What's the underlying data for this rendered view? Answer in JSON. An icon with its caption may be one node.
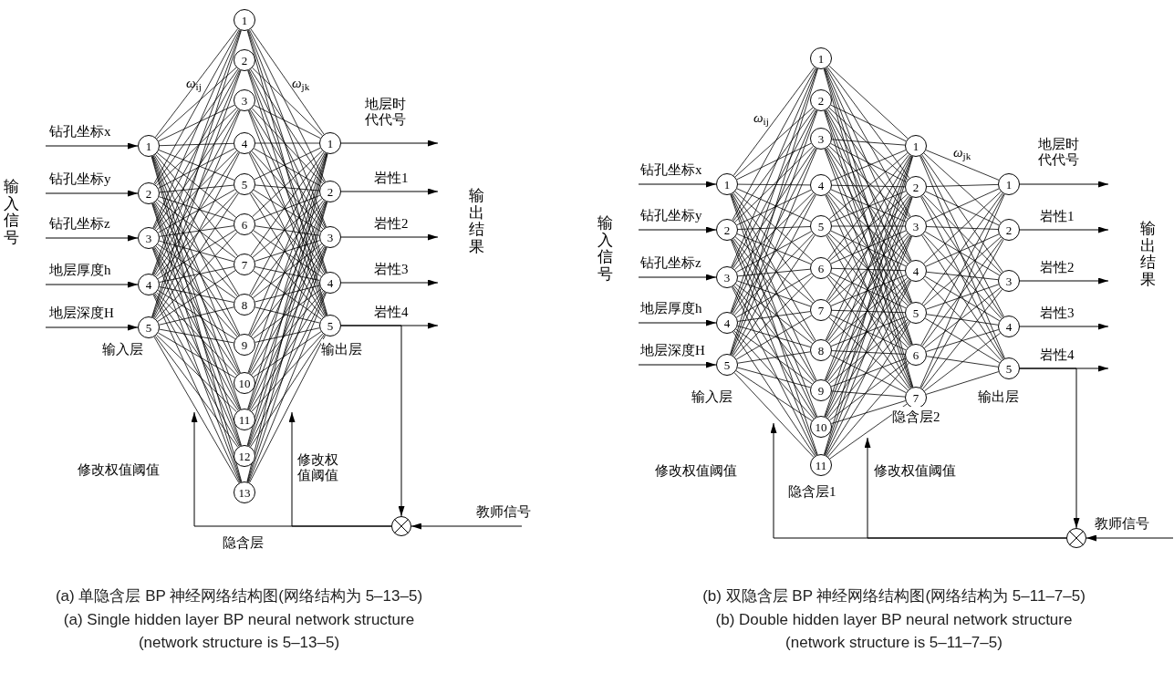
{
  "diagram": {
    "nodes": [
      {
        "text": [
          "1"
        ]
      },
      {
        "text": [
          "2"
        ]
      },
      {
        "text": [
          "3"
        ]
      },
      {
        "text": [
          "4"
        ]
      },
      {
        "text": [
          "5"
        ]
      },
      {
        "text": [
          "1"
        ]
      },
      {
        "text": [
          "2"
        ]
      },
      {
        "text": [
          "3"
        ]
      },
      {
        "text": [
          "4"
        ]
      },
      {
        "text": [
          "5"
        ]
      },
      {
        "text": [
          "6"
        ]
      },
      {
        "text": [
          "7"
        ]
      },
      {
        "text": [
          "8"
        ]
      },
      {
        "text": [
          "9"
        ]
      },
      {
        "text": [
          "10"
        ]
      },
      {
        "text": [
          "11"
        ]
      },
      {
        "text": [
          "12"
        ]
      },
      {
        "text": [
          "13"
        ]
      },
      {
        "text": [
          "1"
        ]
      },
      {
        "text": [
          "2"
        ]
      },
      {
        "text": [
          "3"
        ]
      },
      {
        "text": [
          "4"
        ]
      },
      {
        "text": [
          "5"
        ]
      },
      {
        "text": [],
        "shape": "circle"
      },
      {
        "text": [
          "1"
        ]
      },
      {
        "text": [
          "2"
        ]
      },
      {
        "text": [
          "3"
        ]
      },
      {
        "text": [
          "4"
        ]
      },
      {
        "text": [
          "5"
        ]
      },
      {
        "text": [
          "1"
        ]
      },
      {
        "text": [
          "2"
        ]
      },
      {
        "text": [
          "3"
        ]
      },
      {
        "text": [
          "4"
        ]
      },
      {
        "text": [
          "5"
        ]
      },
      {
        "text": [
          "6"
        ]
      },
      {
        "text": [
          "7"
        ]
      },
      {
        "text": [
          "8"
        ]
      },
      {
        "text": [
          "9"
        ]
      },
      {
        "text": [
          "10"
        ]
      },
      {
        "text": [
          "11"
        ]
      },
      {
        "text": [
          "1"
        ]
      },
      {
        "text": [
          "2"
        ]
      },
      {
        "text": [
          "3"
        ]
      },
      {
        "text": [
          "4"
        ]
      },
      {
        "text": [
          "5"
        ]
      },
      {
        "text": [
          "6"
        ]
      },
      {
        "text": [
          "7"
        ]
      },
      {
        "text": [
          "1"
        ]
      },
      {
        "text": [
          "2"
        ]
      },
      {
        "text": [
          "3"
        ]
      },
      {
        "text": [
          "4"
        ]
      },
      {
        "text": [
          "5"
        ]
      },
      {
        "text": [],
        "shape": "circle"
      }
    ],
    "edges": [
      {
        "from": null,
        "to": 0,
        "arrow": "to",
        "label": "钻孔坐标x"
      },
      {
        "from": null,
        "to": 1,
        "arrow": "to",
        "label": "钻孔坐标y"
      },
      {
        "from": null,
        "to": 2,
        "arrow": "to",
        "label": "钻孔坐标z"
      },
      {
        "from": null,
        "to": 3,
        "arrow": "to",
        "label": "地层厚度h"
      },
      {
        "from": null,
        "to": 4,
        "arrow": "to",
        "label": "地层深度H"
      },
      {
        "from": 18,
        "to": null,
        "arrow": "to",
        "label": "地层时代代号"
      },
      {
        "from": 19,
        "to": null,
        "arrow": "to",
        "label": "岩性1"
      },
      {
        "from": 20,
        "to": null,
        "arrow": "to",
        "label": "岩性2"
      },
      {
        "from": 21,
        "to": null,
        "arrow": "to",
        "label": "岩性3"
      },
      {
        "from": 22,
        "to": null,
        "arrow": "to",
        "label": "岩性4"
      },
      {
        "from": 22,
        "to": 23,
        "arrow": "to"
      },
      {
        "from": null,
        "to": 23,
        "arrow": "to",
        "label": "教师信号"
      },
      {
        "from": 23,
        "to": null,
        "arrow": "to",
        "label": "修改权值阈值"
      },
      {
        "from": 23,
        "to": null,
        "arrow": "to",
        "label": "修改权值阈值"
      },
      {
        "from": null,
        "to": 24,
        "arrow": "to",
        "label": "钻孔坐标x"
      },
      {
        "from": null,
        "to": 25,
        "arrow": "to",
        "label": "钻孔坐标y"
      },
      {
        "from": null,
        "to": 26,
        "arrow": "to",
        "label": "钻孔坐标z"
      },
      {
        "from": null,
        "to": 27,
        "arrow": "to",
        "label": "地层厚度h"
      },
      {
        "from": null,
        "to": 28,
        "arrow": "to",
        "label": "地层深度H"
      },
      {
        "from": 47,
        "to": null,
        "arrow": "to",
        "label": "地层时代代号"
      },
      {
        "from": 48,
        "to": null,
        "arrow": "to",
        "label": "岩性1"
      },
      {
        "from": 49,
        "to": null,
        "arrow": "to",
        "label": "岩性2"
      },
      {
        "from": 50,
        "to": null,
        "arrow": "to",
        "label": "岩性3"
      },
      {
        "from": 51,
        "to": null,
        "arrow": "to",
        "label": "岩性4"
      },
      {
        "from": 51,
        "to": 52,
        "arrow": "to"
      },
      {
        "from": null,
        "to": 52,
        "arrow": "to",
        "label": "教师信号"
      },
      {
        "from": 52,
        "to": null,
        "arrow": "to",
        "label": "修改权值阈值"
      },
      {
        "from": 52,
        "to": null,
        "arrow": "to",
        "label": "修改权值阈值"
      },
      {
        "from": 0,
        "to": 5,
        "arrow": "none"
      },
      {
        "from": 0,
        "to": 6,
        "arrow": "none"
      },
      {
        "from": 0,
        "to": 7,
        "arrow": "none"
      },
      {
        "from": 0,
        "to": 8,
        "arrow": "none"
      },
      {
        "from": 0,
        "to": 9,
        "arrow": "none"
      },
      {
        "from": 0,
        "to": 10,
        "arrow": "none"
      },
      {
        "from": 0,
        "to": 11,
        "arrow": "none"
      },
      {
        "from": 0,
        "to": 12,
        "arrow": "none"
      },
      {
        "from": 0,
        "to": 13,
        "arrow": "none"
      },
      {
        "from": 0,
        "to": 14,
        "arrow": "none"
      },
      {
        "from": 0,
        "to": 15,
        "arrow": "none"
      },
      {
        "from": 0,
        "to": 16,
        "arrow": "none"
      },
      {
        "from": 0,
        "to": 17,
        "arrow": "none"
      },
      {
        "from": 1,
        "to": 5,
        "arrow": "none"
      },
      {
        "from": 1,
        "to": 6,
        "arrow": "none"
      },
      {
        "from": 1,
        "to": 7,
        "arrow": "none"
      },
      {
        "from": 1,
        "to": 8,
        "arrow": "none"
      },
      {
        "from": 1,
        "to": 9,
        "arrow": "none"
      },
      {
        "from": 1,
        "to": 10,
        "arrow": "none"
      },
      {
        "from": 1,
        "to": 11,
        "arrow": "none"
      },
      {
        "from": 1,
        "to": 12,
        "arrow": "none"
      },
      {
        "from": 1,
        "to": 13,
        "arrow": "none"
      },
      {
        "from": 1,
        "to": 14,
        "arrow": "none"
      },
      {
        "from": 1,
        "to": 15,
        "arrow": "none"
      },
      {
        "from": 1,
        "to": 16,
        "arrow": "none"
      },
      {
        "from": 1,
        "to": 17,
        "arrow": "none"
      },
      {
        "from": 2,
        "to": 5,
        "arrow": "none"
      },
      {
        "from": 2,
        "to": 6,
        "arrow": "none"
      },
      {
        "from": 2,
        "to": 7,
        "arrow": "none"
      },
      {
        "from": 2,
        "to": 8,
        "arrow": "none"
      },
      {
        "from": 2,
        "to": 9,
        "arrow": "none"
      },
      {
        "from": 2,
        "to": 10,
        "arrow": "none"
      },
      {
        "from": 2,
        "to": 11,
        "arrow": "none"
      },
      {
        "from": 2,
        "to": 12,
        "arrow": "none"
      },
      {
        "from": 2,
        "to": 13,
        "arrow": "none"
      },
      {
        "from": 2,
        "to": 14,
        "arrow": "none"
      },
      {
        "from": 2,
        "to": 15,
        "arrow": "none"
      },
      {
        "from": 2,
        "to": 16,
        "arrow": "none"
      },
      {
        "from": 2,
        "to": 17,
        "arrow": "none"
      },
      {
        "from": 3,
        "to": 5,
        "arrow": "none"
      },
      {
        "from": 3,
        "to": 6,
        "arrow": "none"
      },
      {
        "from": 3,
        "to": 7,
        "arrow": "none"
      },
      {
        "from": 3,
        "to": 8,
        "arrow": "none"
      },
      {
        "from": 3,
        "to": 9,
        "arrow": "none"
      },
      {
        "from": 3,
        "to": 10,
        "arrow": "none"
      },
      {
        "from": 3,
        "to": 11,
        "arrow": "none"
      },
      {
        "from": 3,
        "to": 12,
        "arrow": "none"
      },
      {
        "from": 3,
        "to": 13,
        "arrow": "none"
      },
      {
        "from": 3,
        "to": 14,
        "arrow": "none"
      },
      {
        "from": 3,
        "to": 15,
        "arrow": "none"
      },
      {
        "from": 3,
        "to": 16,
        "arrow": "none"
      },
      {
        "from": 3,
        "to": 17,
        "arrow": "none"
      },
      {
        "from": 4,
        "to": 5,
        "arrow": "none"
      },
      {
        "from": 4,
        "to": 6,
        "arrow": "none"
      },
      {
        "from": 4,
        "to": 7,
        "arrow": "none"
      },
      {
        "from": 4,
        "to": 8,
        "arrow": "none"
      },
      {
        "from": 4,
        "to": 9,
        "arrow": "none"
      },
      {
        "from": 4,
        "to": 10,
        "arrow": "none"
      },
      {
        "from": 4,
        "to": 11,
        "arrow": "none"
      },
      {
        "from": 4,
        "to": 12,
        "arrow": "none"
      },
      {
        "from": 4,
        "to": 13,
        "arrow": "none"
      },
      {
        "from": 4,
        "to": 14,
        "arrow": "none"
      },
      {
        "from": 4,
        "to": 15,
        "arrow": "none"
      },
      {
        "from": 4,
        "to": 16,
        "arrow": "none"
      },
      {
        "from": 4,
        "to": 17,
        "arrow": "none"
      },
      {
        "from": 5,
        "to": 18,
        "arrow": "none"
      },
      {
        "from": 5,
        "to": 19,
        "arrow": "none"
      },
      {
        "from": 5,
        "to": 20,
        "arrow": "none"
      },
      {
        "from": 5,
        "to": 21,
        "arrow": "none"
      },
      {
        "from": 5,
        "to": 22,
        "arrow": "none"
      },
      {
        "from": 6,
        "to": 18,
        "arrow": "none"
      },
      {
        "from": 6,
        "to": 19,
        "arrow": "none"
      },
      {
        "from": 6,
        "to": 20,
        "arrow": "none"
      },
      {
        "from": 6,
        "to": 21,
        "arrow": "none"
      },
      {
        "from": 6,
        "to": 22,
        "arrow": "none"
      },
      {
        "from": 7,
        "to": 18,
        "arrow": "none"
      },
      {
        "from": 7,
        "to": 19,
        "arrow": "none"
      },
      {
        "from": 7,
        "to": 20,
        "arrow": "none"
      },
      {
        "from": 7,
        "to": 21,
        "arrow": "none"
      },
      {
        "from": 7,
        "to": 22,
        "arrow": "none"
      },
      {
        "from": 8,
        "to": 18,
        "arrow": "none"
      },
      {
        "from": 8,
        "to": 19,
        "arrow": "none"
      },
      {
        "from": 8,
        "to": 20,
        "arrow": "none"
      },
      {
        "from": 8,
        "to": 21,
        "arrow": "none"
      },
      {
        "from": 8,
        "to": 22,
        "arrow": "none"
      },
      {
        "from": 9,
        "to": 18,
        "arrow": "none"
      },
      {
        "from": 9,
        "to": 19,
        "arrow": "none"
      },
      {
        "from": 9,
        "to": 20,
        "arrow": "none"
      },
      {
        "from": 9,
        "to": 21,
        "arrow": "none"
      },
      {
        "from": 9,
        "to": 22,
        "arrow": "none"
      },
      {
        "from": 10,
        "to": 18,
        "arrow": "none"
      },
      {
        "from": 10,
        "to": 19,
        "arrow": "none"
      },
      {
        "from": 10,
        "to": 20,
        "arrow": "none"
      },
      {
        "from": 10,
        "to": 21,
        "arrow": "none"
      },
      {
        "from": 10,
        "to": 22,
        "arrow": "none"
      },
      {
        "from": 11,
        "to": 18,
        "arrow": "none"
      },
      {
        "from": 11,
        "to": 19,
        "arrow": "none"
      },
      {
        "from": 11,
        "to": 20,
        "arrow": "none"
      },
      {
        "from": 11,
        "to": 21,
        "arrow": "none"
      },
      {
        "from": 11,
        "to": 22,
        "arrow": "none"
      },
      {
        "from": 12,
        "to": 18,
        "arrow": "none"
      },
      {
        "from": 12,
        "to": 19,
        "arrow": "none"
      },
      {
        "from": 12,
        "to": 20,
        "arrow": "none"
      },
      {
        "from": 12,
        "to": 21,
        "arrow": "none"
      },
      {
        "from": 12,
        "to": 22,
        "arrow": "none"
      },
      {
        "from": 13,
        "to": 18,
        "arrow": "none"
      },
      {
        "from": 13,
        "to": 19,
        "arrow": "none"
      },
      {
        "from": 13,
        "to": 20,
        "arrow": "none"
      },
      {
        "from": 13,
        "to": 21,
        "arrow": "none"
      },
      {
        "from": 13,
        "to": 22,
        "arrow": "none"
      },
      {
        "from": 14,
        "to": 18,
        "arrow": "none"
      },
      {
        "from": 14,
        "to": 19,
        "arrow": "none"
      },
      {
        "from": 14,
        "to": 20,
        "arrow": "none"
      },
      {
        "from": 14,
        "to": 21,
        "arrow": "none"
      },
      {
        "from": 14,
        "to": 22,
        "arrow": "none"
      },
      {
        "from": 15,
        "to": 18,
        "arrow": "none"
      },
      {
        "from": 15,
        "to": 19,
        "arrow": "none"
      },
      {
        "from": 15,
        "to": 20,
        "arrow": "none"
      },
      {
        "from": 15,
        "to": 21,
        "arrow": "none"
      },
      {
        "from": 15,
        "to": 22,
        "arrow": "none"
      },
      {
        "from": 16,
        "to": 18,
        "arrow": "none"
      },
      {
        "from": 16,
        "to": 19,
        "arrow": "none"
      },
      {
        "from": 16,
        "to": 20,
        "arrow": "none"
      },
      {
        "from": 16,
        "to": 21,
        "arrow": "none"
      },
      {
        "from": 16,
        "to": 22,
        "arrow": "none"
      },
      {
        "from": 17,
        "to": 18,
        "arrow": "none"
      },
      {
        "from": 17,
        "to": 19,
        "arrow": "none"
      },
      {
        "from": 17,
        "to": 20,
        "arrow": "none"
      },
      {
        "from": 17,
        "to": 21,
        "arrow": "none"
      },
      {
        "from": 17,
        "to": 22,
        "arrow": "none"
      },
      {
        "from": 24,
        "to": 29,
        "arrow": "none"
      },
      {
        "from": 24,
        "to": 30,
        "arrow": "none"
      },
      {
        "from": 24,
        "to": 31,
        "arrow": "none"
      },
      {
        "from": 24,
        "to": 32,
        "arrow": "none"
      },
      {
        "from": 24,
        "to": 33,
        "arrow": "none"
      },
      {
        "from": 24,
        "to": 34,
        "arrow": "none"
      },
      {
        "from": 24,
        "to": 35,
        "arrow": "none"
      },
      {
        "from": 24,
        "to": 36,
        "arrow": "none"
      },
      {
        "from": 24,
        "to": 37,
        "arrow": "none"
      },
      {
        "from": 24,
        "to": 38,
        "arrow": "none"
      },
      {
        "from": 24,
        "to": 39,
        "arrow": "none"
      },
      {
        "from": 25,
        "to": 29,
        "arrow": "none"
      },
      {
        "from": 25,
        "to": 30,
        "arrow": "none"
      },
      {
        "from": 25,
        "to": 31,
        "arrow": "none"
      },
      {
        "from": 25,
        "to": 32,
        "arrow": "none"
      },
      {
        "from": 25,
        "to": 33,
        "arrow": "none"
      },
      {
        "from": 25,
        "to": 34,
        "arrow": "none"
      },
      {
        "from": 25,
        "to": 35,
        "arrow": "none"
      },
      {
        "from": 25,
        "to": 36,
        "arrow": "none"
      },
      {
        "from": 25,
        "to": 37,
        "arrow": "none"
      },
      {
        "from": 25,
        "to": 38,
        "arrow": "none"
      },
      {
        "from": 25,
        "to": 39,
        "arrow": "none"
      },
      {
        "from": 26,
        "to": 29,
        "arrow": "none"
      },
      {
        "from": 26,
        "to": 30,
        "arrow": "none"
      },
      {
        "from": 26,
        "to": 31,
        "arrow": "none"
      },
      {
        "from": 26,
        "to": 32,
        "arrow": "none"
      },
      {
        "from": 26,
        "to": 33,
        "arrow": "none"
      },
      {
        "from": 26,
        "to": 34,
        "arrow": "none"
      },
      {
        "from": 26,
        "to": 35,
        "arrow": "none"
      },
      {
        "from": 26,
        "to": 36,
        "arrow": "none"
      },
      {
        "from": 26,
        "to": 37,
        "arrow": "none"
      },
      {
        "from": 26,
        "to": 38,
        "arrow": "none"
      },
      {
        "from": 26,
        "to": 39,
        "arrow": "none"
      },
      {
        "from": 27,
        "to": 29,
        "arrow": "none"
      },
      {
        "from": 27,
        "to": 30,
        "arrow": "none"
      },
      {
        "from": 27,
        "to": 31,
        "arrow": "none"
      },
      {
        "from": 27,
        "to": 32,
        "arrow": "none"
      },
      {
        "from": 27,
        "to": 33,
        "arrow": "none"
      },
      {
        "from": 27,
        "to": 34,
        "arrow": "none"
      },
      {
        "from": 27,
        "to": 35,
        "arrow": "none"
      },
      {
        "from": 27,
        "to": 36,
        "arrow": "none"
      },
      {
        "from": 27,
        "to": 37,
        "arrow": "none"
      },
      {
        "from": 27,
        "to": 38,
        "arrow": "none"
      },
      {
        "from": 27,
        "to": 39,
        "arrow": "none"
      },
      {
        "from": 28,
        "to": 29,
        "arrow": "none"
      },
      {
        "from": 28,
        "to": 30,
        "arrow": "none"
      },
      {
        "from": 28,
        "to": 31,
        "arrow": "none"
      },
      {
        "from": 28,
        "to": 32,
        "arrow": "none"
      },
      {
        "from": 28,
        "to": 33,
        "arrow": "none"
      },
      {
        "from": 28,
        "to": 34,
        "arrow": "none"
      },
      {
        "from": 28,
        "to": 35,
        "arrow": "none"
      },
      {
        "from": 28,
        "to": 36,
        "arrow": "none"
      },
      {
        "from": 28,
        "to": 37,
        "arrow": "none"
      },
      {
        "from": 28,
        "to": 38,
        "arrow": "none"
      },
      {
        "from": 28,
        "to": 39,
        "arrow": "none"
      },
      {
        "from": 29,
        "to": 40,
        "arrow": "none"
      },
      {
        "from": 29,
        "to": 41,
        "arrow": "none"
      },
      {
        "from": 29,
        "to": 42,
        "arrow": "none"
      },
      {
        "from": 29,
        "to": 43,
        "arrow": "none"
      },
      {
        "from": 29,
        "to": 44,
        "arrow": "none"
      },
      {
        "from": 29,
        "to": 45,
        "arrow": "none"
      },
      {
        "from": 29,
        "to": 46,
        "arrow": "none"
      },
      {
        "from": 30,
        "to": 40,
        "arrow": "none"
      },
      {
        "from": 30,
        "to": 41,
        "arrow": "none"
      },
      {
        "from": 30,
        "to": 42,
        "arrow": "none"
      },
      {
        "from": 30,
        "to": 43,
        "arrow": "none"
      },
      {
        "from": 30,
        "to": 44,
        "arrow": "none"
      },
      {
        "from": 30,
        "to": 45,
        "arrow": "none"
      },
      {
        "from": 30,
        "to": 46,
        "arrow": "none"
      },
      {
        "from": 31,
        "to": 40,
        "arrow": "none"
      },
      {
        "from": 31,
        "to": 41,
        "arrow": "none"
      },
      {
        "from": 31,
        "to": 42,
        "arrow": "none"
      },
      {
        "from": 31,
        "to": 43,
        "arrow": "none"
      },
      {
        "from": 31,
        "to": 44,
        "arrow": "none"
      },
      {
        "from": 31,
        "to": 45,
        "arrow": "none"
      },
      {
        "from": 31,
        "to": 46,
        "arrow": "none"
      },
      {
        "from": 32,
        "to": 40,
        "arrow": "none"
      },
      {
        "from": 32,
        "to": 41,
        "arrow": "none"
      },
      {
        "from": 32,
        "to": 42,
        "arrow": "none"
      },
      {
        "from": 32,
        "to": 43,
        "arrow": "none"
      },
      {
        "from": 32,
        "to": 44,
        "arrow": "none"
      },
      {
        "from": 32,
        "to": 45,
        "arrow": "none"
      },
      {
        "from": 32,
        "to": 46,
        "arrow": "none"
      },
      {
        "from": 33,
        "to": 40,
        "arrow": "none"
      },
      {
        "from": 33,
        "to": 41,
        "arrow": "none"
      },
      {
        "from": 33,
        "to": 42,
        "arrow": "none"
      },
      {
        "from": 33,
        "to": 43,
        "arrow": "none"
      },
      {
        "from": 33,
        "to": 44,
        "arrow": "none"
      },
      {
        "from": 33,
        "to": 45,
        "arrow": "none"
      },
      {
        "from": 33,
        "to": 46,
        "arrow": "none"
      },
      {
        "from": 34,
        "to": 40,
        "arrow": "none"
      },
      {
        "from": 34,
        "to": 41,
        "arrow": "none"
      },
      {
        "from": 34,
        "to": 42,
        "arrow": "none"
      },
      {
        "from": 34,
        "to": 43,
        "arrow": "none"
      },
      {
        "from": 34,
        "to": 44,
        "arrow": "none"
      },
      {
        "from": 34,
        "to": 45,
        "arrow": "none"
      },
      {
        "from": 34,
        "to": 46,
        "arrow": "none"
      },
      {
        "from": 35,
        "to": 40,
        "arrow": "none"
      },
      {
        "from": 35,
        "to": 41,
        "arrow": "none"
      },
      {
        "from": 35,
        "to": 42,
        "arrow": "none"
      },
      {
        "from": 35,
        "to": 43,
        "arrow": "none"
      },
      {
        "from": 35,
        "to": 44,
        "arrow": "none"
      },
      {
        "from": 35,
        "to": 45,
        "arrow": "none"
      },
      {
        "from": 35,
        "to": 46,
        "arrow": "none"
      },
      {
        "from": 36,
        "to": 40,
        "arrow": "none"
      },
      {
        "from": 36,
        "to": 41,
        "arrow": "none"
      },
      {
        "from": 36,
        "to": 42,
        "arrow": "none"
      },
      {
        "from": 36,
        "to": 43,
        "arrow": "none"
      },
      {
        "from": 36,
        "to": 44,
        "arrow": "none"
      },
      {
        "from": 36,
        "to": 45,
        "arrow": "none"
      },
      {
        "from": 36,
        "to": 46,
        "arrow": "none"
      },
      {
        "from": 37,
        "to": 40,
        "arrow": "none"
      },
      {
        "from": 37,
        "to": 41,
        "arrow": "none"
      },
      {
        "from": 37,
        "to": 42,
        "arrow": "none"
      },
      {
        "from": 37,
        "to": 43,
        "arrow": "none"
      },
      {
        "from": 37,
        "to": 44,
        "arrow": "none"
      },
      {
        "from": 37,
        "to": 45,
        "arrow": "none"
      },
      {
        "from": 37,
        "to": 46,
        "arrow": "none"
      },
      {
        "from": 38,
        "to": 40,
        "arrow": "none"
      },
      {
        "from": 38,
        "to": 41,
        "arrow": "none"
      },
      {
        "from": 38,
        "to": 42,
        "arrow": "none"
      },
      {
        "from": 38,
        "to": 43,
        "arrow": "none"
      },
      {
        "from": 38,
        "to": 44,
        "arrow": "none"
      },
      {
        "from": 38,
        "to": 45,
        "arrow": "none"
      },
      {
        "from": 38,
        "to": 46,
        "arrow": "none"
      },
      {
        "from": 39,
        "to": 40,
        "arrow": "none"
      },
      {
        "from": 39,
        "to": 41,
        "arrow": "none"
      },
      {
        "from": 39,
        "to": 42,
        "arrow": "none"
      },
      {
        "from": 39,
        "to": 43,
        "arrow": "none"
      },
      {
        "from": 39,
        "to": 44,
        "arrow": "none"
      },
      {
        "from": 39,
        "to": 45,
        "arrow": "none"
      },
      {
        "from": 39,
        "to": 46,
        "arrow": "none"
      },
      {
        "from": 40,
        "to": 47,
        "arrow": "none"
      },
      {
        "from": 40,
        "to": 48,
        "arrow": "none"
      },
      {
        "from": 40,
        "to": 49,
        "arrow": "none"
      },
      {
        "from": 40,
        "to": 50,
        "arrow": "none"
      },
      {
        "from": 40,
        "to": 51,
        "arrow": "none"
      },
      {
        "from": 41,
        "to": 47,
        "arrow": "none"
      },
      {
        "from": 41,
        "to": 48,
        "arrow": "none"
      },
      {
        "from": 41,
        "to": 49,
        "arrow": "none"
      },
      {
        "from": 41,
        "to": 50,
        "arrow": "none"
      },
      {
        "from": 41,
        "to": 51,
        "arrow": "none"
      },
      {
        "from": 42,
        "to": 47,
        "arrow": "none"
      },
      {
        "from": 42,
        "to": 48,
        "arrow": "none"
      },
      {
        "from": 42,
        "to": 49,
        "arrow": "none"
      },
      {
        "from": 42,
        "to": 50,
        "arrow": "none"
      },
      {
        "from": 42,
        "to": 51,
        "arrow": "none"
      },
      {
        "from": 43,
        "to": 47,
        "arrow": "none"
      },
      {
        "from": 43,
        "to": 48,
        "arrow": "none"
      },
      {
        "from": 43,
        "to": 49,
        "arrow": "none"
      },
      {
        "from": 43,
        "to": 50,
        "arrow": "none"
      },
      {
        "from": 43,
        "to": 51,
        "arrow": "none"
      },
      {
        "from": 44,
        "to": 47,
        "arrow": "none"
      },
      {
        "from": 44,
        "to": 48,
        "arrow": "none"
      },
      {
        "from": 44,
        "to": 49,
        "arrow": "none"
      },
      {
        "from": 44,
        "to": 50,
        "arrow": "none"
      },
      {
        "from": 44,
        "to": 51,
        "arrow": "none"
      },
      {
        "from": 45,
        "to": 47,
        "arrow": "none"
      },
      {
        "from": 45,
        "to": 48,
        "arrow": "none"
      },
      {
        "from": 45,
        "to": 49,
        "arrow": "none"
      },
      {
        "from": 45,
        "to": 50,
        "arrow": "none"
      },
      {
        "from": 45,
        "to": 51,
        "arrow": "none"
      },
      {
        "from": 46,
        "to": 47,
        "arrow": "none"
      },
      {
        "from": 46,
        "to": 48,
        "arrow": "none"
      },
      {
        "from": 46,
        "to": 49,
        "arrow": "none"
      },
      {
        "from": 46,
        "to": 50,
        "arrow": "none"
      },
      {
        "from": 46,
        "to": 51,
        "arrow": "none"
      }
    ],
    "labels": [
      "*ω*$_{ij}$",
      "*ω*$_{jk}$",
      "输入信号",
      "输出结果",
      "输入层",
      "输出层",
      "隐含层",
      "*ω*$_{ij}$",
      "*ω*$_{jk}$",
      "输入信号",
      "输出结果",
      "输入层",
      "隐含层2",
      "输出层",
      "隐含层1",
      "(a) 单隐含层 BP 神经网络结构图(网络结构为 5–13–5)",
      "(b) 双隐含层 BP 神经网络结构图(网络结构为 5–11–7–5)",
      "(a) Single hidden layer BP neural network structure (network structure is 5–13–5)",
      "(b) Double hidden layer BP neural network structure (network structure is 5–11–7–5)"
    ]
  }
}
